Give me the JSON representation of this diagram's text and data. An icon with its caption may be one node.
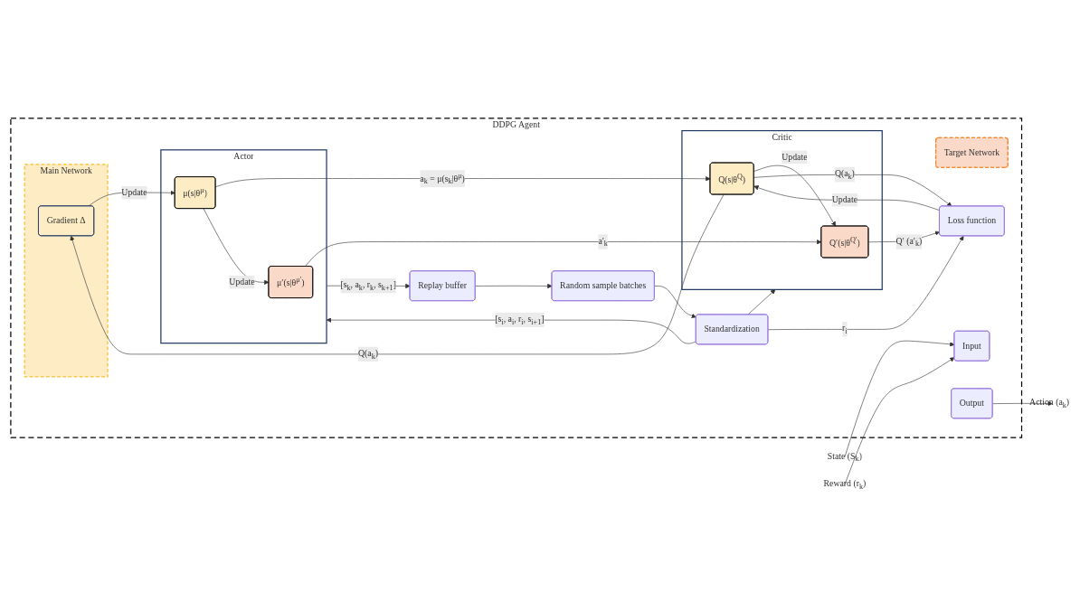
{
  "diagram": {
    "nodes": [
      {
        "text": [
          "DDPG Agent"
        ]
      },
      {
        "text": [
          "Target Network"
        ],
        "in": 0
      },
      {
        "text": [
          "Main Network"
        ],
        "in": 0
      },
      {
        "text": [
          "Actor"
        ],
        "in": 0
      },
      {
        "text": [
          "Critic"
        ],
        "in": 0
      },
      {
        "text": [
          "μ′(s|θ$^{μ′}$)"
        ],
        "in": 3
      },
      {
        "text": [
          "Q′(s|θ$^{Q′}$)"
        ],
        "in": 4
      },
      {
        "text": [
          "μ(s|θ$^{μ}$)"
        ],
        "in": 3
      },
      {
        "text": [
          "Q(s|θ$^{Q}$)"
        ],
        "in": 4
      },
      {
        "text": [
          "Gradient Δ"
        ],
        "in": 2
      },
      {
        "text": [
          "Loss function"
        ],
        "in": 0
      },
      {
        "text": [
          "Input"
        ],
        "in": 0
      },
      {
        "text": [
          "Output"
        ],
        "in": 0
      },
      {
        "text": [
          "Replay buffer"
        ],
        "in": 0
      },
      {
        "text": [
          "Random sample batches"
        ],
        "in": 0
      },
      {
        "text": [
          "Standardization"
        ],
        "in": 0
      },
      {
        "text": [
          "State (S$_{k}$)"
        ]
      },
      {
        "text": [
          "Reward (r$_{k}$)"
        ]
      },
      {
        "text": [
          "Action (a$_{k}$)"
        ]
      }
    ],
    "edges": [
      {
        "from": 16,
        "to": 11,
        "arrow": "to"
      },
      {
        "from": 17,
        "to": 11,
        "arrow": "to"
      },
      {
        "from": 12,
        "to": 18,
        "arrow": "to"
      },
      {
        "from": 5,
        "to": 6,
        "arrow": "to",
        "label": "a′$_{k}$"
      },
      {
        "from": 7,
        "to": 8,
        "arrow": "to",
        "label": "a$_{k}$ = μ(s$_{k}$|θ$^{μ}$)"
      },
      {
        "from": 7,
        "to": 5,
        "arrow": "to",
        "label": "Update"
      },
      {
        "from": 8,
        "to": 6,
        "arrow": "to",
        "label": "Update"
      },
      {
        "from": 6,
        "to": 10,
        "arrow": "to",
        "label": "Q′ (a′$_{k}$)"
      },
      {
        "from": 8,
        "to": 10,
        "arrow": "to",
        "label": "Q(a$_{k}$)"
      },
      {
        "from": 10,
        "to": 8,
        "arrow": "to",
        "label": "Update"
      },
      {
        "from": 8,
        "to": 9,
        "arrow": "to",
        "label": "Q(a$_{k}$)"
      },
      {
        "from": 9,
        "to": 7,
        "arrow": "to",
        "label": "Update"
      },
      {
        "from": 3,
        "to": 13,
        "arrow": "to",
        "label": "[s$_{k}$, a$_{k}$, r$_{k}$, s$_{k+1}$]"
      },
      {
        "from": 13,
        "to": 14,
        "arrow": "to"
      },
      {
        "from": 14,
        "to": 15,
        "arrow": "to"
      },
      {
        "from": 15,
        "to": 3,
        "arrow": "to",
        "label": "[s$_{i}$, a$_{i}$, r$_{i}$, s$_{i+1}$]"
      },
      {
        "from": 15,
        "to": 4,
        "arrow": "to"
      },
      {
        "from": 15,
        "to": 10,
        "arrow": "to",
        "label": "r$_{i}$"
      }
    ]
  }
}
